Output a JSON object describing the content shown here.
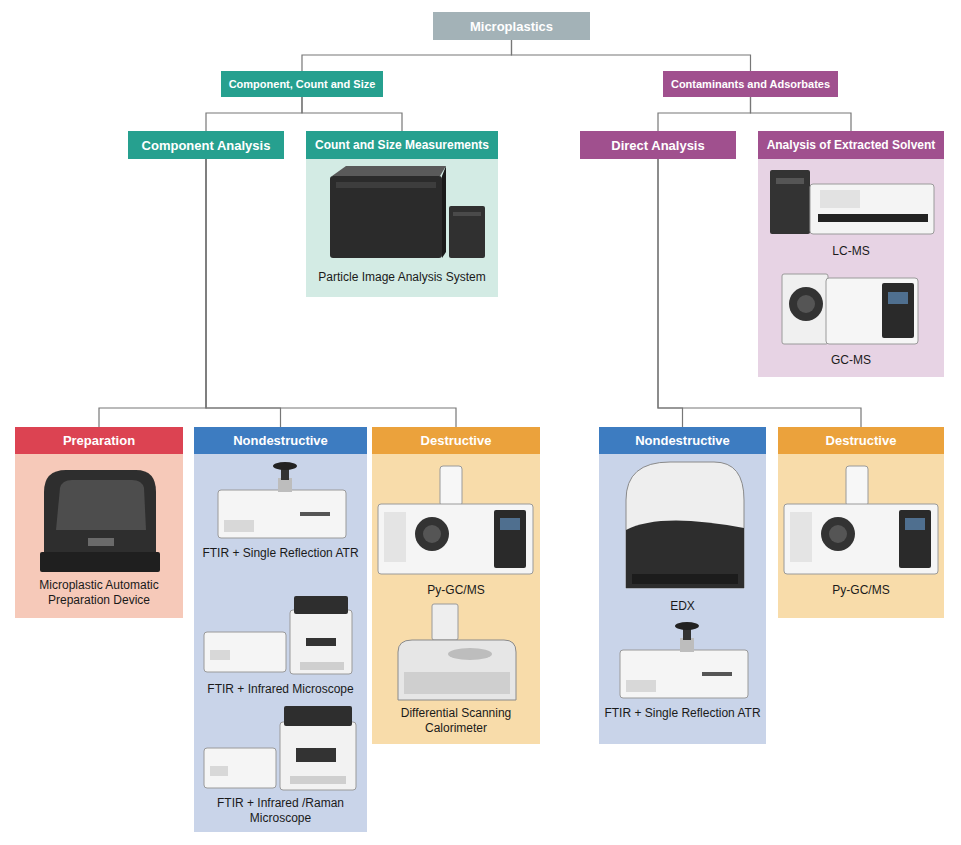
{
  "diagram": {
    "nodes": [
      {
        "text": [
          "Microplastics"
        ]
      },
      {
        "text": [
          "Component, Count and Size"
        ]
      },
      {
        "text": [
          "Contaminants and Adsorbates"
        ]
      },
      {
        "text": [
          "Component Analysis"
        ]
      },
      {
        "text": [
          "Count and Size Measurements",
          "Particle Image Analysis System"
        ]
      },
      {
        "text": [
          "Direct Analysis"
        ]
      },
      {
        "text": [
          "Analysis of Extracted Solvent",
          "LC-MS",
          "GC-MS"
        ]
      },
      {
        "text": [
          "Preparation",
          "Microplastic Automatic Preparation Device"
        ]
      },
      {
        "text": [
          "Nondestructive",
          "FTIR + Single Reflection ATR",
          "FTIR + Infrared Microscope",
          "FTIR + Infrared /Raman Microscope"
        ]
      },
      {
        "text": [
          "Destructive",
          "Py-GC/MS",
          "Differential Scanning Calorimeter"
        ]
      },
      {
        "text": [
          "Nondestructive",
          "EDX",
          "FTIR + Single Reflection ATR"
        ]
      },
      {
        "text": [
          "Destructive",
          "Py-GC/MS"
        ]
      }
    ],
    "edges": [
      {
        "from": 0,
        "to": 1,
        "arrow": "none"
      },
      {
        "from": 0,
        "to": 2,
        "arrow": "none"
      },
      {
        "from": 1,
        "to": 3,
        "arrow": "none"
      },
      {
        "from": 1,
        "to": 4,
        "arrow": "none"
      },
      {
        "from": 2,
        "to": 5,
        "arrow": "none"
      },
      {
        "from": 2,
        "to": 6,
        "arrow": "none"
      },
      {
        "from": 3,
        "to": 7,
        "arrow": "none"
      },
      {
        "from": 3,
        "to": 8,
        "arrow": "none"
      },
      {
        "from": 3,
        "to": 9,
        "arrow": "none"
      },
      {
        "from": 5,
        "to": 10,
        "arrow": "none"
      },
      {
        "from": 5,
        "to": 11,
        "arrow": "none"
      }
    ]
  }
}
